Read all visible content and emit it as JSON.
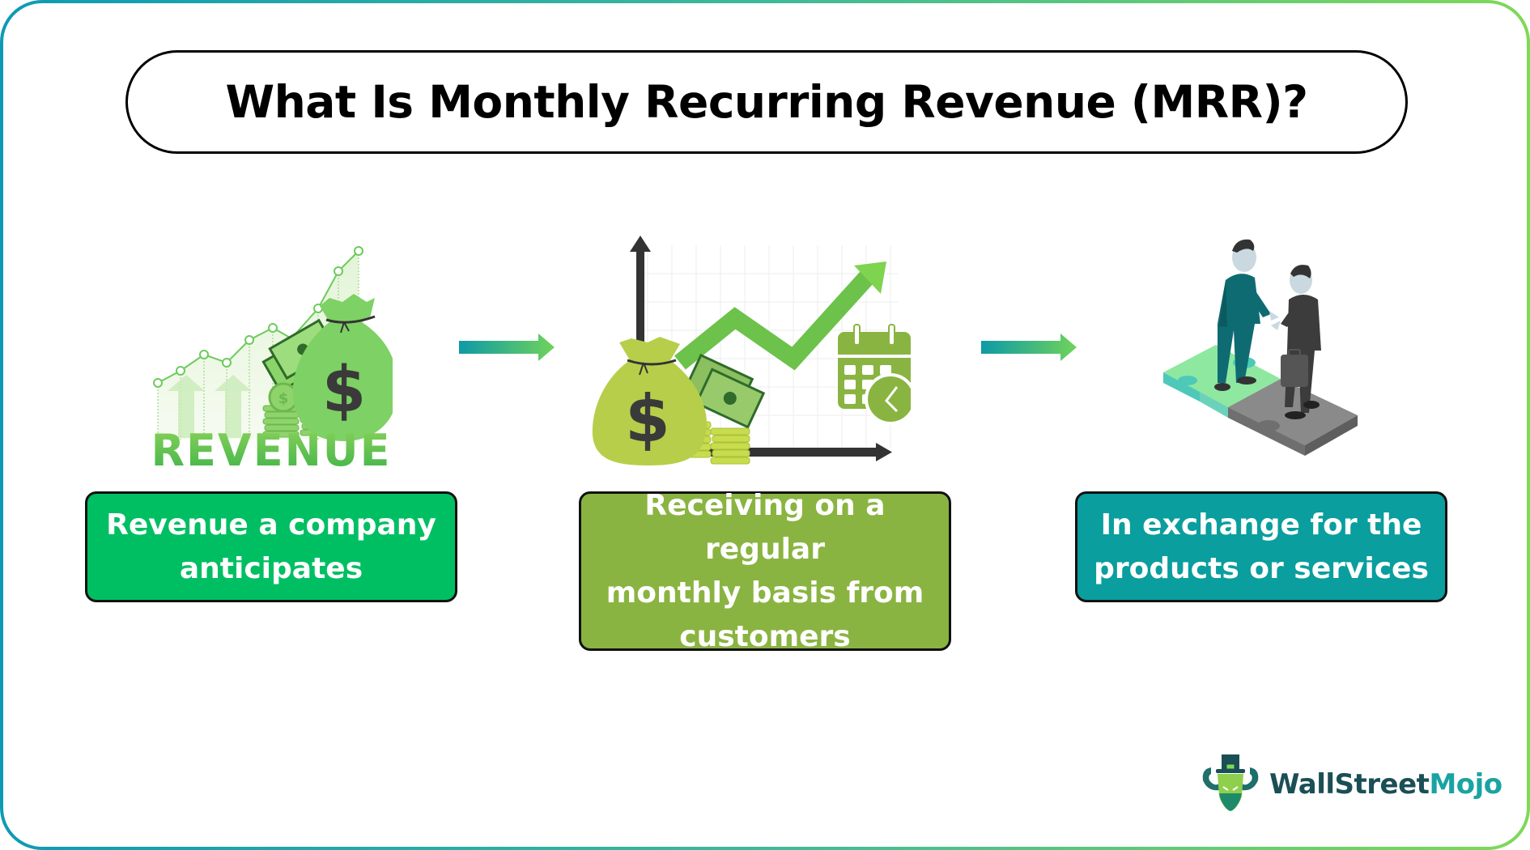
{
  "title": "What Is Monthly Recurring Revenue (MRR)?",
  "colors": {
    "frame_start": "#0E9AB4",
    "frame_end": "#7ED957",
    "card_1": "#00BF63",
    "card_2": "#8AB441",
    "card_3": "#0A9E9E",
    "arrow_start": "#0E9AA7",
    "arrow_end": "#6FD35A",
    "logo_dark": "#1A4F55",
    "logo_accent": "#1AA3A3"
  },
  "steps": [
    {
      "icon": "revenue-growth-icon",
      "icon_label": "REVENUE",
      "lines": [
        "Revenue a company",
        "anticipates"
      ]
    },
    {
      "icon": "money-bag-chart-calendar-icon",
      "lines": [
        "Receiving on a regular",
        "monthly basis from",
        "customers"
      ]
    },
    {
      "icon": "business-handshake-puzzle-icon",
      "lines": [
        "In exchange for the",
        "products or services"
      ]
    }
  ],
  "arrows": [
    "arrow-right-icon",
    "arrow-right-icon"
  ],
  "logo": {
    "part1": "WallStreet",
    "part2": "Mojo"
  }
}
